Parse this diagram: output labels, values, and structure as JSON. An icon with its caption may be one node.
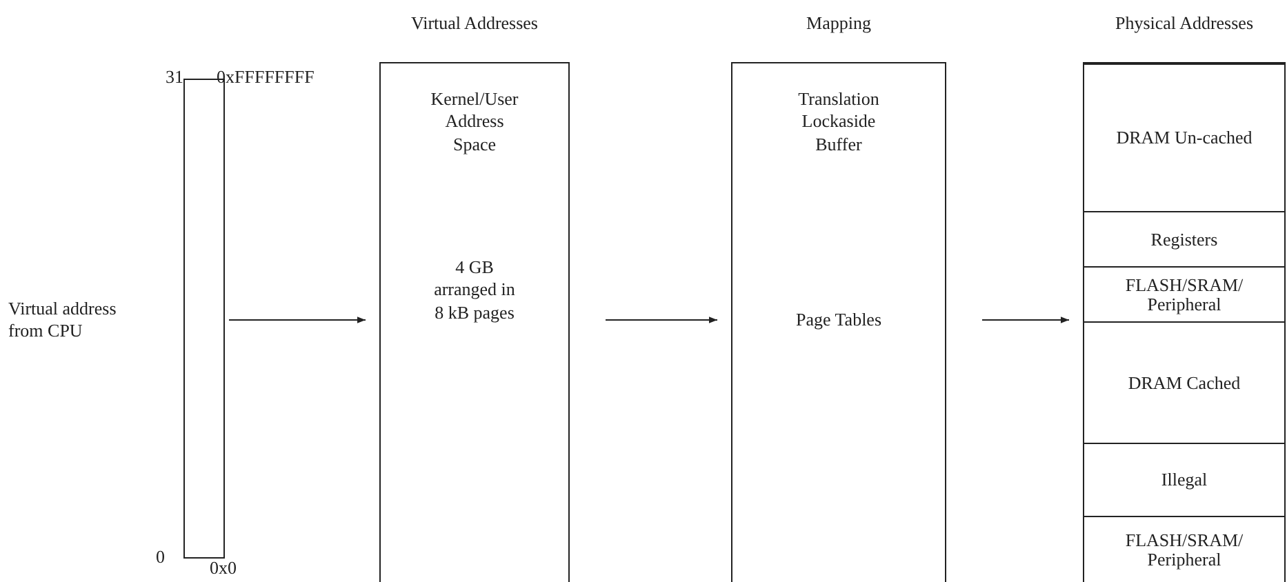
{
  "diagram": {
    "nodes": [
      {
        "text": [],
        "shape": "bar",
        "beside": [
          "Virtual address from CPU"
        ]
      },
      {
        "text": [
          "Virtual Addresses",
          "Kernel/User Address Space",
          "4 GB arranged in 8 kB pages"
        ]
      },
      {
        "text": [
          "Mapping",
          "Translation Lockaside Buffer",
          "Page Tables"
        ]
      },
      {
        "text": [
          "Physical Addresses"
        ]
      },
      {
        "text": [
          "DRAM Un-cached"
        ],
        "in": 3
      },
      {
        "text": [
          "Registers"
        ],
        "in": 3
      },
      {
        "text": [
          "FLASH/SRAM/ Peripheral"
        ],
        "in": 3
      },
      {
        "text": [
          "DRAM Cached"
        ],
        "in": 3
      },
      {
        "text": [
          "Illegal"
        ],
        "in": 3
      },
      {
        "text": [
          "FLASH/SRAM/ Peripheral"
        ],
        "in": 3
      }
    ],
    "edges": [
      {
        "from": 0,
        "to": 1,
        "arrow": "to"
      },
      {
        "from": 1,
        "to": 2,
        "arrow": "to"
      },
      {
        "from": 2,
        "to": 3,
        "arrow": "to"
      }
    ],
    "labels": [
      "31",
      "0xFFFFFFFF",
      "0",
      "0x0"
    ]
  }
}
